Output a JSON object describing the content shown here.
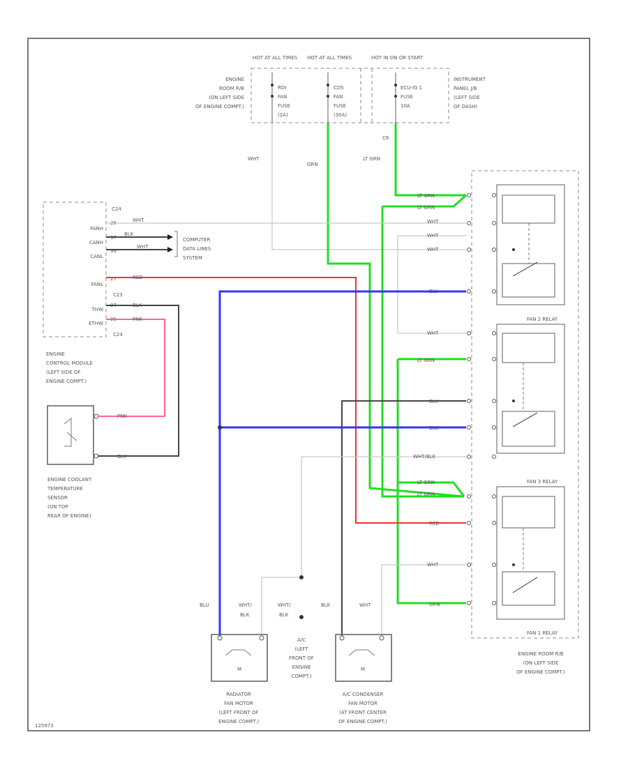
{
  "fuses": {
    "hot1_header": "HOT AT ALL TIMES",
    "hot2_header": "HOT AT ALL TIMES",
    "hot3_header": "HOT IN ON OR START",
    "fuse1_lines": [
      "RDI",
      "FAN",
      "FUSE",
      "(2A)"
    ],
    "fuse2_lines": [
      "CDS",
      "FAN",
      "FUSE",
      "(30A)"
    ],
    "fuse3_lines": [
      "ECU-IG 1",
      "FUSE",
      "10A"
    ],
    "left_box_lines": [
      "ENGINE",
      "ROOM R/B",
      "(ON LEFT SIDE",
      "OF ENGINE COMPT.)"
    ],
    "right_box_lines": [
      "INSTRUMENT",
      "PANEL J/B",
      "(LEFT SIDE",
      "OF DASH)"
    ],
    "conn_c6": "C6"
  },
  "wires": {
    "wht": "WHT",
    "grn": "GRN",
    "lt_grn": "LT GRN",
    "blu": "BLU",
    "blk": "BLK",
    "red": "RED",
    "pnk": "PNK",
    "wht_blk": "WHT/BLK",
    "wht_slash": "WHT/",
    "blk_only": "BLK"
  },
  "ecm": {
    "pins": [
      "FANH",
      "CANH",
      "CANL",
      "FANL",
      "THW",
      "ETHW"
    ],
    "conn": [
      "C24",
      "C23",
      "C24"
    ],
    "pin_nums": [
      "26",
      "97",
      "98",
      "27",
      "97",
      "96"
    ],
    "label_lines": [
      "ENGINE",
      "CONTROL MODULE",
      "(LEFT SIDE OF",
      "ENGINE COMPT.)"
    ]
  },
  "computer": {
    "label_lines": [
      "COMPUTER",
      "DATA LINES",
      "SYSTEM"
    ]
  },
  "sensor": {
    "label_lines": [
      "ENGINE COOLANT",
      "TEMPERATURE",
      "SENSOR",
      "(ON TOP",
      "REAR OF ENGINE)"
    ]
  },
  "relays": {
    "fan1": "FAN 1 RELAY",
    "fan2": "FAN 2 RELAY",
    "fan3": "FAN 3 RELAY",
    "room_lines": [
      "ENGINE ROOM R/B",
      "(ON LEFT SIDE",
      "OF ENGINE COMPT.)"
    ]
  },
  "motors": {
    "radiator_lines": [
      "RADIATOR",
      "FAN MOTOR",
      "(LEFT FRONT OF",
      "ENGINE COMPT.)"
    ],
    "condenser_lines": [
      "A/C CONDENSER",
      "FAN MOTOR",
      "(AT FRONT CENTER",
      "OF ENGINE COMPT.)"
    ],
    "ac_lines": [
      "A/C",
      "(LEFT",
      "FRONT OF",
      "ENGINE",
      "COMPT.)"
    ],
    "m_symbol": "M"
  },
  "footer_code": "125973"
}
